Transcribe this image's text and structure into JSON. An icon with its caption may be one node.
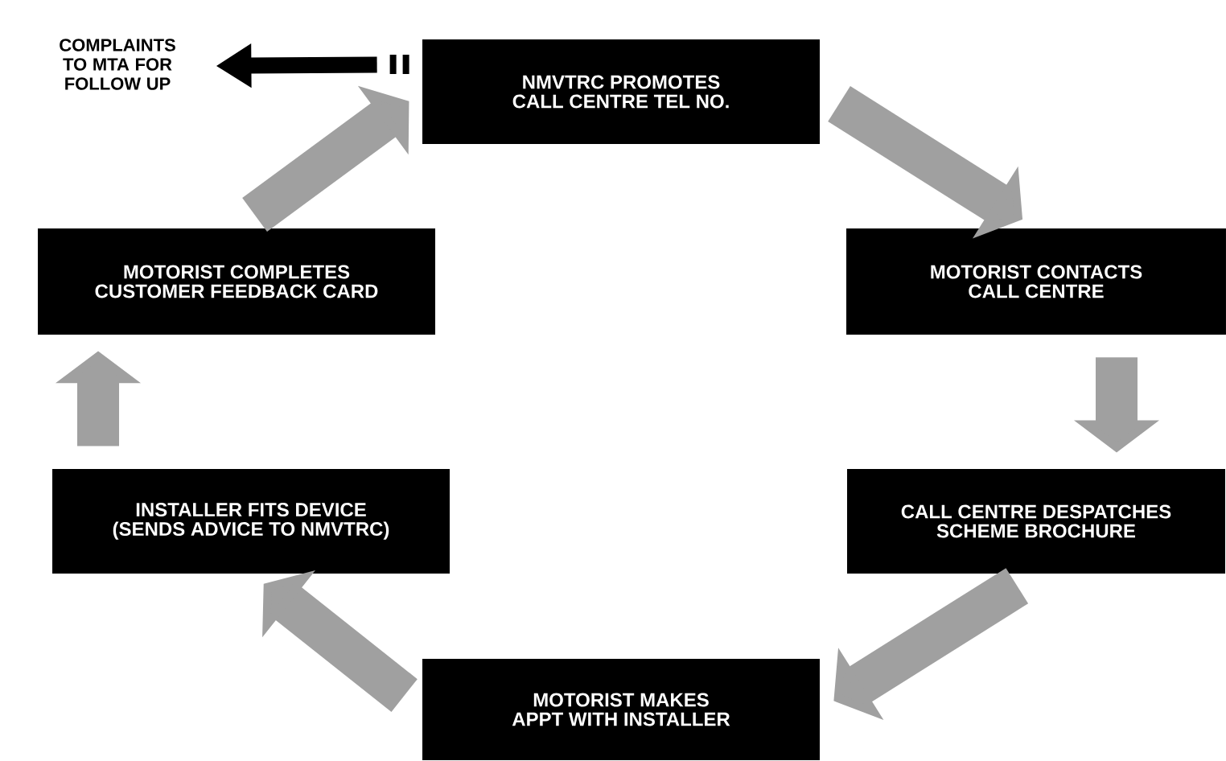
{
  "diagram": {
    "nodes": [
      {
        "text": [
          "NMVTRC PROMOTES CALL CENTRE TEL NO."
        ]
      },
      {
        "text": [
          "MOTORIST CONTACTS CALL CENTRE"
        ]
      },
      {
        "text": [
          "CALL CENTRE DESPATCHES SCHEME BROCHURE"
        ]
      },
      {
        "text": [
          "MOTORIST MAKES APPT WITH INSTALLER"
        ]
      },
      {
        "text": [
          "INSTALLER FITS DEVICE (SENDS ADVICE TO NMVTRC)"
        ]
      },
      {
        "text": [
          "MOTORIST COMPLETES CUSTOMER FEEDBACK CARD"
        ]
      },
      {
        "text": [
          "COMPLAINTS TO MTA FOR FOLLOW UP"
        ]
      }
    ],
    "edges": [
      {
        "from": 0,
        "to": 1,
        "arrow": "to"
      },
      {
        "from": 1,
        "to": 2,
        "arrow": "to"
      },
      {
        "from": 2,
        "to": 3,
        "arrow": "to"
      },
      {
        "from": 3,
        "to": 4,
        "arrow": "to"
      },
      {
        "from": 4,
        "to": 5,
        "arrow": "to"
      },
      {
        "from": 5,
        "to": 0,
        "arrow": "to"
      },
      {
        "from": 0,
        "to": 6,
        "arrow": "to",
        "color": "#000000"
      }
    ]
  }
}
